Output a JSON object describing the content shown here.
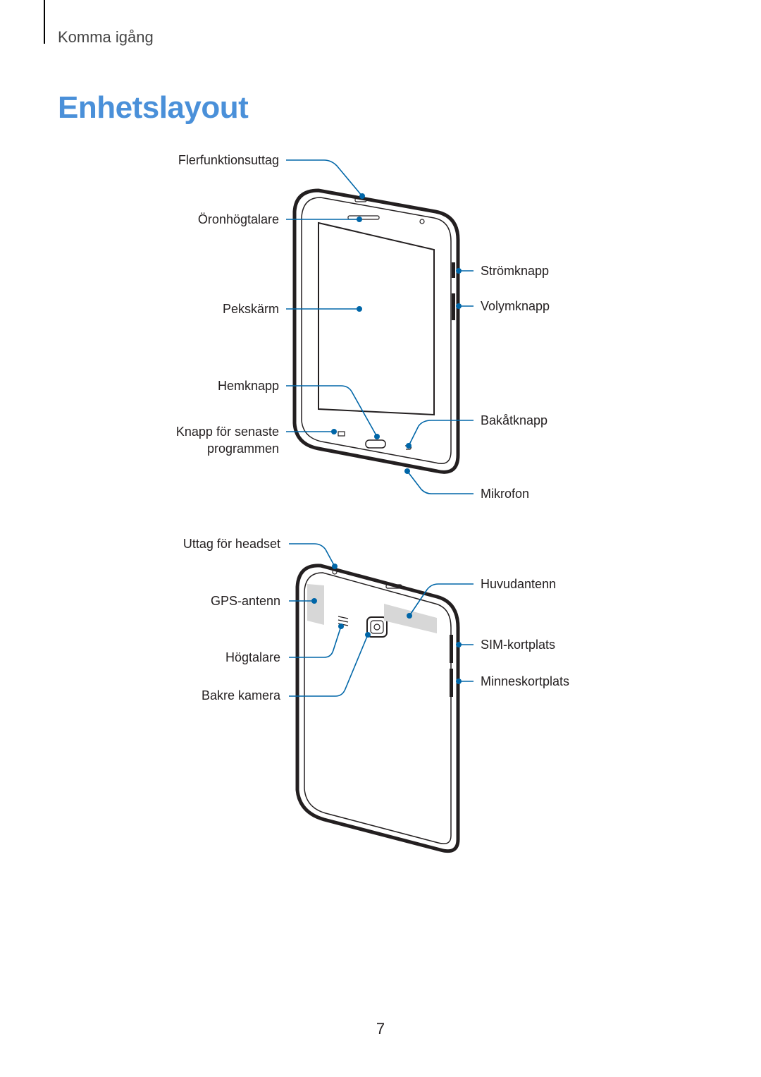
{
  "header": {
    "chapter": "Komma igång"
  },
  "title": "Enhetslayout",
  "front_labels": {
    "flerfunktionsuttag": "Flerfunktionsuttag",
    "oronhogtalare": "Öronhögtalare",
    "pekskarm": "Pekskärm",
    "hemknapp": "Hemknapp",
    "senaste_line1": "Knapp för senaste",
    "senaste_line2": "programmen",
    "stromknapp": "Strömknapp",
    "volymknapp": "Volymknapp",
    "bakatknapp": "Bakåtknapp",
    "mikrofon": "Mikrofon"
  },
  "back_labels": {
    "headset": "Uttag för headset",
    "gps": "GPS-antenn",
    "hogtalare": "Högtalare",
    "kamera": "Bakre kamera",
    "huvudantenn": "Huvudantenn",
    "sim": "SIM-kortplats",
    "minneskort": "Minneskortplats"
  },
  "page_number": "7",
  "colors": {
    "accent": "#4a90d9",
    "callout": "#0066a8",
    "text": "#231f20"
  }
}
